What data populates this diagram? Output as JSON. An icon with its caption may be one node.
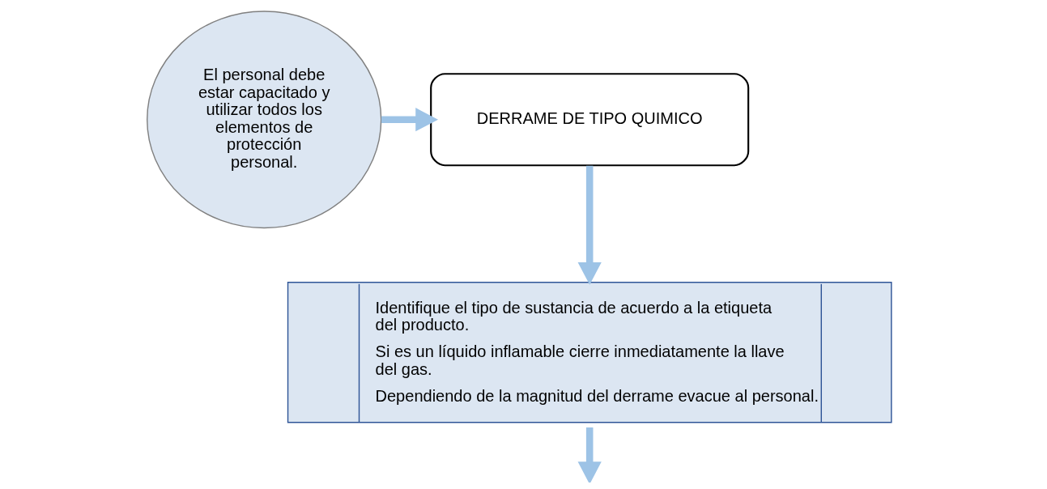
{
  "diagram": {
    "nodes": [
      {
        "text": [
          "El personal debe estar capacitado y utilizar todos los elementos de protección personal."
        ]
      },
      {
        "text": [
          "DERRAME DE TIPO QUIMICO"
        ]
      },
      {
        "text": [
          "Identifique el tipo de sustancia de acuerdo a la etiqueta del producto.",
          "Si es un líquido inflamable cierre inmediatamente la llave del gas.",
          "Dependiendo de la magnitud del derrame evacue al personal."
        ]
      }
    ],
    "edges": [
      {
        "from": 0,
        "to": 1,
        "arrow": "to"
      },
      {
        "from": 1,
        "to": 2,
        "arrow": "to"
      },
      {
        "from": 2,
        "to": null,
        "arrow": "to"
      }
    ]
  }
}
